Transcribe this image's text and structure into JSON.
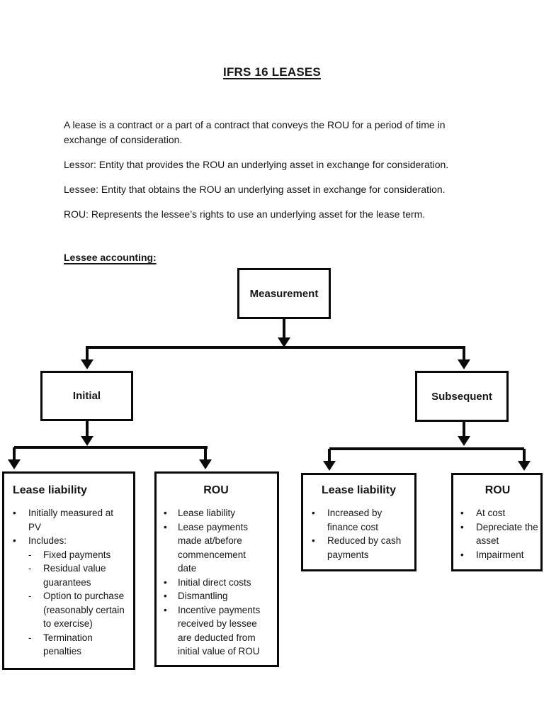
{
  "document": {
    "title": "IFRS 16 LEASES",
    "paragraphs": [
      "A lease is a contract or a part of a contract that conveys the ROU for a period of time in exchange of consideration.",
      "Lessor: Entity that provides the ROU an underlying asset in exchange for consideration.",
      "Lessee: Entity that obtains the ROU an underlying asset in exchange for consideration.",
      "ROU: Represents the lessee’s rights to use an underlying asset for the lease term."
    ],
    "section_heading": "Lessee accounting:"
  },
  "glyphs": {
    "bullet": "•",
    "dash": "-"
  },
  "diagram": {
    "root": {
      "label": "Measurement"
    },
    "initial": {
      "label": "Initial"
    },
    "subsequent": {
      "label": "Subsequent"
    },
    "initial_lease_liability": {
      "title": "Lease liability",
      "bullets": [
        "Initially measured at PV",
        "Includes:"
      ],
      "sub_items": [
        "Fixed payments",
        "Residual value guarantees",
        "Option to purchase (reasonably certain to exercise)",
        "Termination penalties"
      ]
    },
    "initial_rou": {
      "title": "ROU",
      "bullets": [
        "Lease liability",
        "Lease payments made at/before commencement date",
        "Initial direct costs",
        "Dismantling",
        "Incentive payments received by lessee are deducted from initial value of ROU"
      ]
    },
    "subsequent_lease_liability": {
      "title": "Lease liability",
      "bullets": [
        "Increased by finance cost",
        "Reduced by cash payments"
      ]
    },
    "subsequent_rou": {
      "title": "ROU",
      "bullets": [
        "At cost",
        "Depreciate the asset",
        "Impairment"
      ]
    },
    "line_color": "#0a0a0a"
  }
}
